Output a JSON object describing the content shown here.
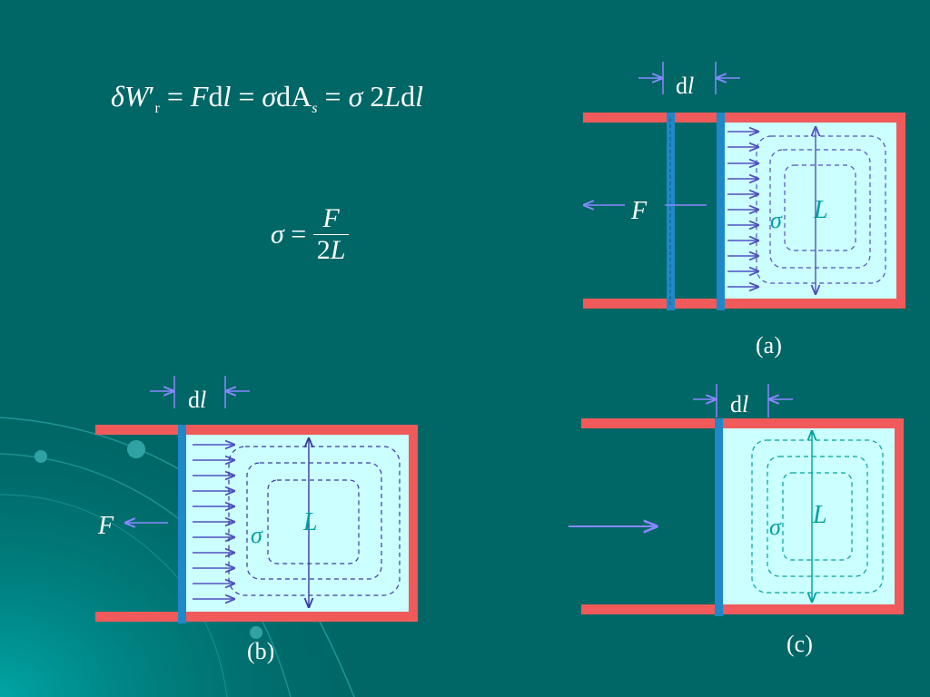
{
  "equations": {
    "work": {
      "lhs_delta": "δ",
      "lhs_W": "W",
      "lhs_prime": "′",
      "lhs_sub": "r",
      "eq1": " = ",
      "F": "F",
      "d1": "d",
      "l1": "l",
      "eq2": " = ",
      "sigma1": "σ",
      "d2": "dA",
      "As_sub": "s",
      "eq3": " = ",
      "sigma2": "σ",
      "two_L": " 2",
      "L": "L",
      "d3": "d",
      "l2": "l"
    },
    "sigma_def": {
      "lhs": "σ",
      "eq": " = ",
      "numerator": "F",
      "denominator_num": "2",
      "denominator_L": "L"
    }
  },
  "panels": {
    "a": {
      "caption": "(a)",
      "dl_d": "d",
      "dl_l": "l",
      "force": "F",
      "sigma": "σ",
      "length": "L"
    },
    "b": {
      "caption": "(b)",
      "dl_d": "d",
      "dl_l": "l",
      "force": "F",
      "sigma": "σ",
      "length": "L"
    },
    "c": {
      "caption": "(c)",
      "dl_d": "d",
      "dl_l": "l",
      "sigma": "σ",
      "length": "L"
    }
  },
  "colors": {
    "background": "#006666",
    "frame": "#f05a5a",
    "film": "#ccffff",
    "bar": "#1e88c8",
    "arrow": "#5050c0",
    "dashed": "#3a3aa0",
    "label": "#00a0a0",
    "guide": "#8888ff"
  }
}
